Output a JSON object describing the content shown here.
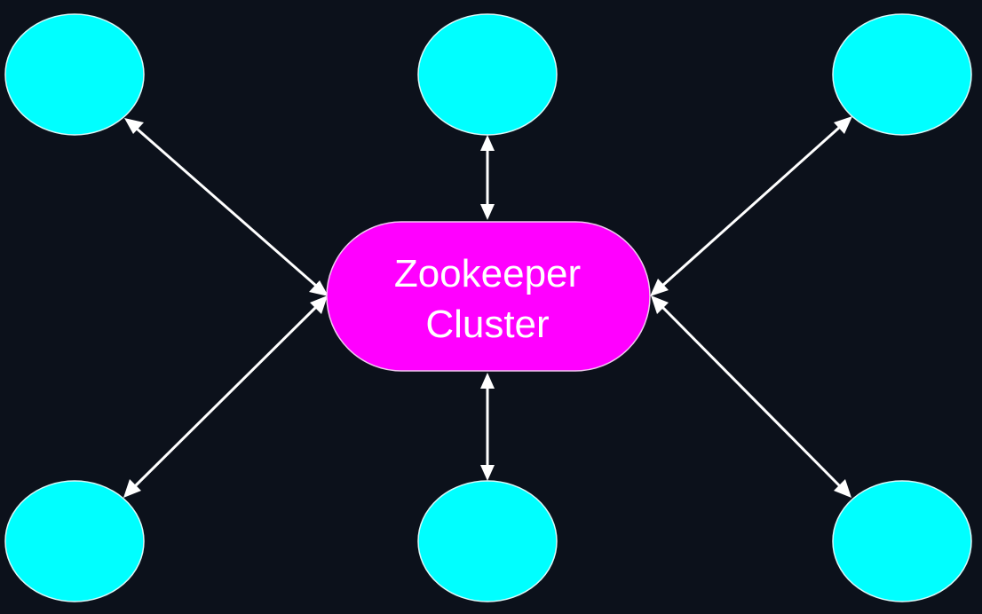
{
  "diagram": {
    "hub": {
      "lines": [
        "Zookeeper",
        "Cluster"
      ]
    },
    "clients": [
      {
        "name": "client-node-top-left",
        "label": ""
      },
      {
        "name": "client-node-top-center",
        "label": ""
      },
      {
        "name": "client-node-top-right",
        "label": ""
      },
      {
        "name": "client-node-bottom-left",
        "label": ""
      },
      {
        "name": "client-node-bottom-center",
        "label": ""
      },
      {
        "name": "client-node-bottom-right",
        "label": ""
      }
    ],
    "connections": "bidirectional",
    "colors": {
      "background": "#0c111b",
      "client": "#00ffff",
      "hub": "#ff00ff",
      "connector": "#ffffff",
      "hub_text": "#ffffff"
    }
  }
}
